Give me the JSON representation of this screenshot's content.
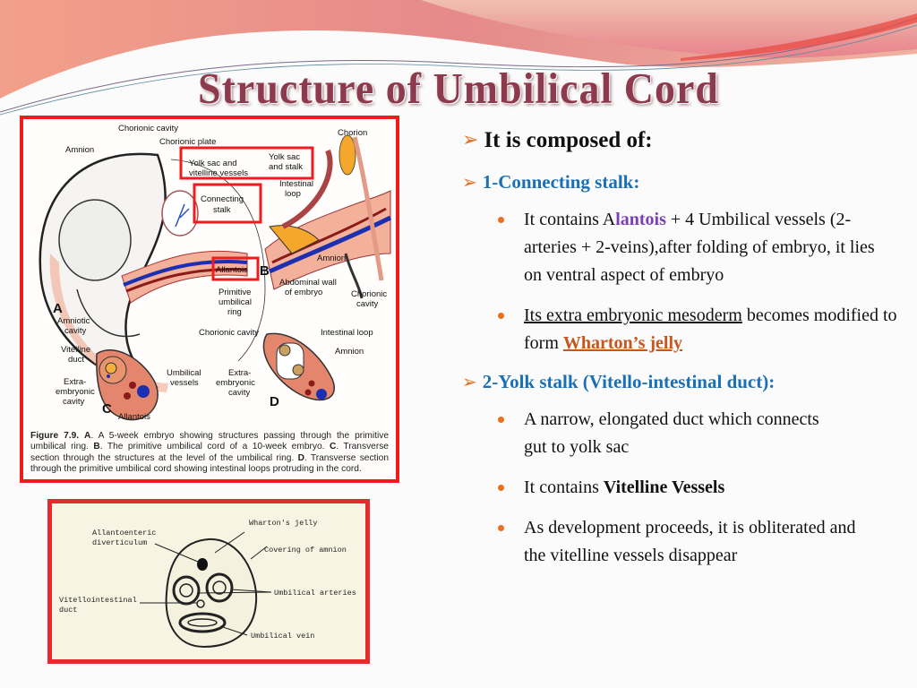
{
  "slide": {
    "title": "Structure of Umbilical Cord",
    "colors": {
      "title": "#8e3a4e",
      "heading_blue": "#1a6fb5",
      "bullet_orange": "#e8701f",
      "alantois_purple": "#7b3fb5",
      "wharton_orange": "#c4561e",
      "frame_red": "#ee1c1c"
    }
  },
  "figure_top": {
    "labels": {
      "chorionic_cavity_top": "Chorionic cavity",
      "chorionic_plate": "Chorionic plate",
      "amnion_left": "Amnion",
      "chorion": "Chorion",
      "yolk_sac_vitelline": [
        "Yolk sac and",
        "vitelline vessels"
      ],
      "yolk_sac_stalk": [
        "Yolk sac",
        "and stalk"
      ],
      "intestinal_loop_b": [
        "Intestinal",
        "loop"
      ],
      "connecting_stalk": [
        "Connecting",
        "stalk"
      ],
      "amnion_right": "Amnion",
      "allantois_b": "Allantois",
      "letter_b": "B",
      "abdominal_wall": [
        "Abdominal wall",
        "of embryo"
      ],
      "chorionic_cavity_right": [
        "Chorionic",
        "cavity"
      ],
      "primitive_ring": [
        "Primitive",
        "umbilical",
        "ring"
      ],
      "letter_a": "A",
      "amniotic_cavity": [
        "Amniotic",
        "cavity"
      ],
      "chorionic_cavity_mid": "Chorionic cavity",
      "intestinal_loop_d": "Intestinal loop",
      "amnion_d": "Amnion",
      "vitelline_duct": [
        "Vitelline",
        "duct"
      ],
      "umbilical_vessels": [
        "Umbilical",
        "vessels"
      ],
      "extra_embryonic_c": [
        "Extra-",
        "embryonic",
        "cavity"
      ],
      "extra_embryonic_d": [
        "Extra-",
        "embryonic",
        "cavity"
      ],
      "letter_c": "C",
      "letter_d": "D",
      "allantois_c": "Allantois"
    },
    "caption": {
      "fig": "Figure 7.9.",
      "a_key": "A",
      "a_text": ". A 5-week embryo showing structures passing through the primitive umbilical ring. ",
      "b_key": "B",
      "b_text": ". The primitive umbilical cord of a 10-week embryo. ",
      "c_key": "C",
      "c_text": ". Transverse section through the structures at the level of the umbilical ring. ",
      "d_key": "D",
      "d_text": ". Transverse section through the primitive umbilical cord showing intestinal loops protruding in the cord."
    }
  },
  "figure_bottom": {
    "labels": {
      "allantoenteric": [
        "Allantoenteric",
        "diverticulum"
      ],
      "wharton": "Wharton's jelly",
      "covering": "Covering of amnion",
      "arteries": "Umbilical arteries",
      "vitellointestinal": [
        "Vitellointestinal",
        "duct"
      ],
      "vein": "Umbilical vein"
    }
  },
  "content": {
    "heading": "It is composed of:",
    "section1": {
      "title": "1-Connecting stalk:",
      "bullet1": {
        "pre": "It contains  A",
        "highlight": "lantois",
        "post": " + 4 Umbilical vessels (2-arteries + 2-veins),after folding of embryo, it lies on ventral aspect of embryo"
      },
      "bullet2": {
        "underlined": "Its extra embryonic mesoderm",
        "mid": " becomes modified to form ",
        "highlight": "Wharton’s jelly"
      }
    },
    "section2": {
      "title": "2-Yolk stalk (Vitello-intestinal duct):",
      "bullet1": "A narrow, elongated duct which connects gut to yolk sac",
      "bullet2": {
        "pre": "It contains ",
        "bold": "Vitelline Vessels"
      },
      "bullet3": "As development proceeds, it is obliterated and the vitelline vessels disappear"
    }
  }
}
